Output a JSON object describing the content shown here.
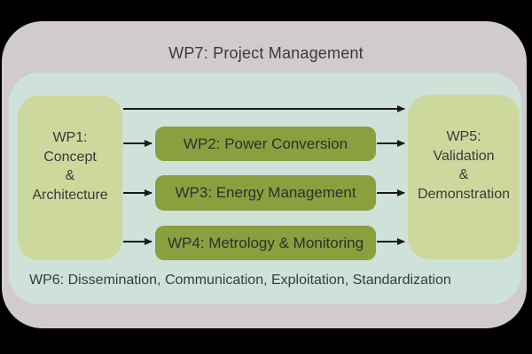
{
  "colors": {
    "background": "#000000",
    "outer_frame": "#d1cbcd",
    "inner_panel": "#cee2d9",
    "side_box": "#cdd89d",
    "center_box": "#8aa03e",
    "text": "#3a3a3a",
    "arrow": "#1a1a1a"
  },
  "wp7": {
    "label": "WP7: Project Management"
  },
  "wp1": {
    "lines": [
      "WP1:",
      "Concept",
      "&",
      "Architecture"
    ]
  },
  "wp2": {
    "label": "WP2: Power Conversion"
  },
  "wp3": {
    "label": "WP3: Energy Management"
  },
  "wp4": {
    "label": "WP4: Metrology & Monitoring"
  },
  "wp5": {
    "lines": [
      "WP5:",
      "Validation",
      "&",
      "Demonstration"
    ]
  },
  "wp6": {
    "label": "WP6: Dissemination, Communication, Exploitation, Standardization"
  }
}
